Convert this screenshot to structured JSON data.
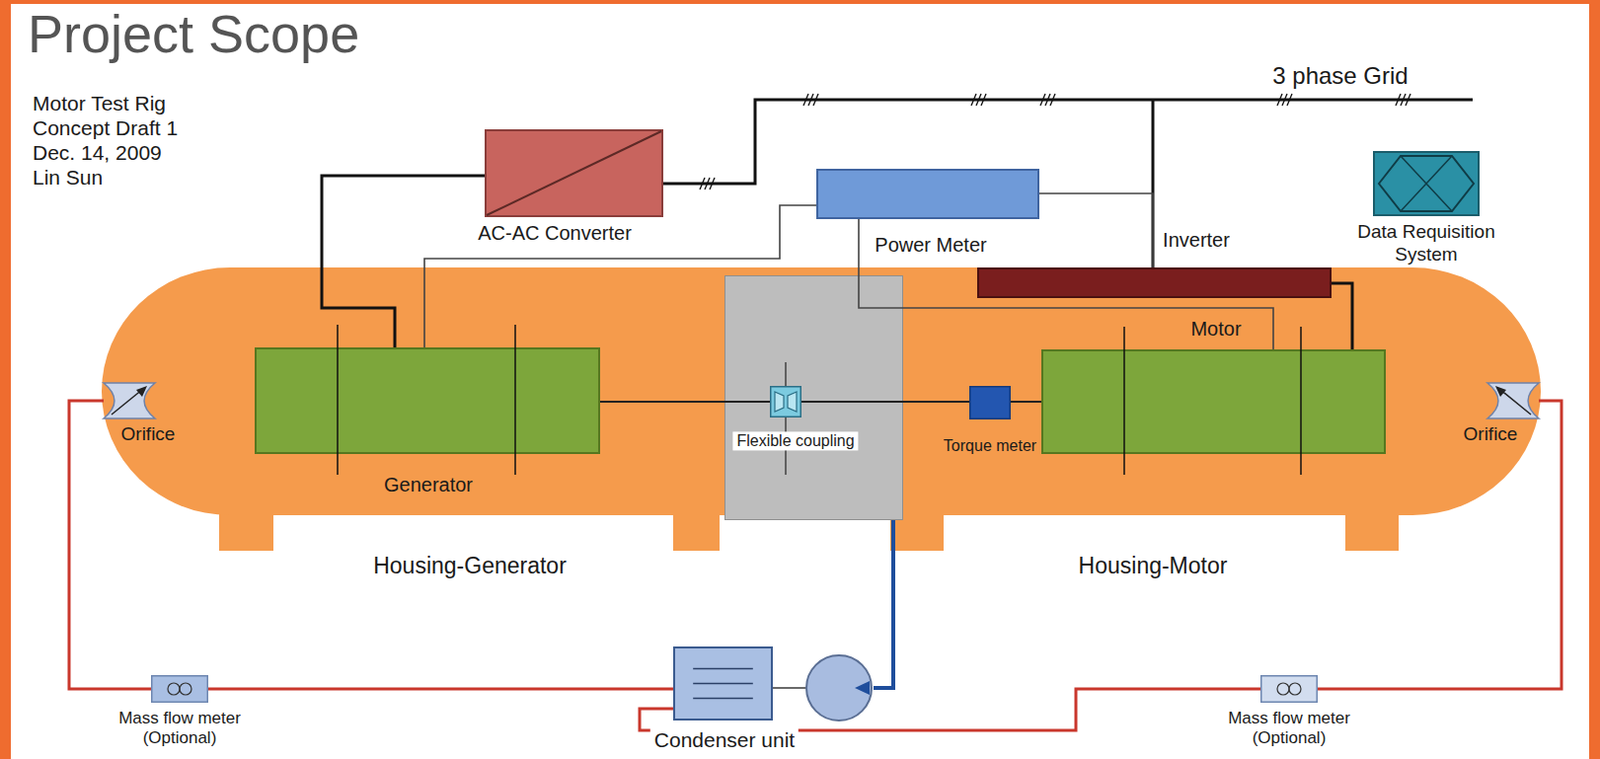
{
  "diagram": {
    "title": "Project Scope",
    "nodes": [
      {
        "text": [
          "AC-AC Converter"
        ]
      },
      {
        "text": [
          "Power Meter"
        ]
      },
      {
        "text": [
          "Data Requisition System"
        ]
      },
      {
        "text": [
          "Inverter"
        ]
      },
      {
        "text": [
          "Housing-Generator"
        ]
      },
      {
        "text": [
          "Orifice"
        ],
        "in": 4
      },
      {
        "text": [
          "Generator"
        ],
        "in": 4
      },
      {
        "text": [
          "Flexible coupling"
        ]
      },
      {
        "text": [
          "Housing-Motor"
        ]
      },
      {
        "text": [
          "Torque meter"
        ],
        "in": 8
      },
      {
        "text": [
          "Motor"
        ],
        "in": 8
      },
      {
        "text": [
          "Orifice"
        ],
        "in": 8
      },
      {
        "text": [
          "Mass flow meter (Optional)"
        ]
      },
      {
        "text": [
          "Condenser unit"
        ]
      },
      {
        "text": [
          "Mass flow meter (Optional)"
        ]
      }
    ],
    "edges": [
      {
        "from": 0,
        "to": 6,
        "arrow": "none"
      },
      {
        "from": 1,
        "to": 6,
        "arrow": "none"
      },
      {
        "from": 1,
        "to": 3,
        "arrow": "none"
      },
      {
        "from": 1,
        "to": 10,
        "arrow": "none"
      },
      {
        "from": 3,
        "to": 10,
        "arrow": "none"
      },
      {
        "from": 6,
        "to": 7,
        "arrow": "none"
      },
      {
        "from": 7,
        "to": 9,
        "arrow": "none"
      },
      {
        "from": 9,
        "to": 10,
        "arrow": "none"
      },
      {
        "from": 5,
        "to": 12,
        "arrow": "none"
      },
      {
        "from": 12,
        "to": 13,
        "arrow": "none"
      },
      {
        "from": 13,
        "to": 14,
        "arrow": "none"
      },
      {
        "from": 14,
        "to": 11,
        "arrow": "none"
      }
    ],
    "labels": [
      "Motor Test Rig",
      "Concept Draft 1",
      "Dec. 14, 2009",
      "Lin Sun",
      "3 phase Grid"
    ]
  }
}
